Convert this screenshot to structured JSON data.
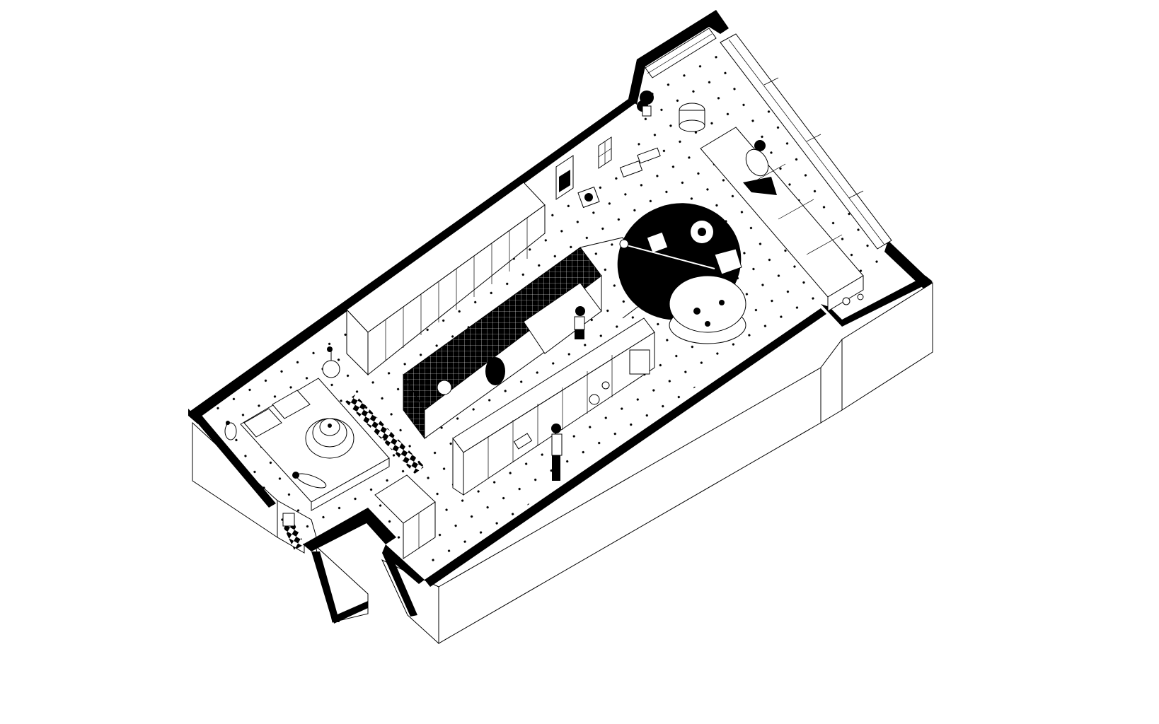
{
  "figure": {
    "type": "axonometric-apartment-plan",
    "colors": {
      "ink": "#000000",
      "paper": "#ffffff",
      "floor_dot": "#000000"
    },
    "zones": [
      "bedroom",
      "wardrobe",
      "bathroom",
      "kitchen",
      "living-room",
      "balcony-window-bench",
      "entry"
    ],
    "figures": [
      "person-cooking",
      "person-washing",
      "person-reclining",
      "cat-on-bed"
    ],
    "furniture_icons": [
      "double-bed",
      "floor-lamp",
      "pendant-lamp",
      "round-rug",
      "round-coffee-table",
      "sofa-bench",
      "record-player",
      "books",
      "wall-art",
      "potted-plant",
      "drum-side-table",
      "stove",
      "oven",
      "sink",
      "toilet",
      "shower"
    ]
  }
}
